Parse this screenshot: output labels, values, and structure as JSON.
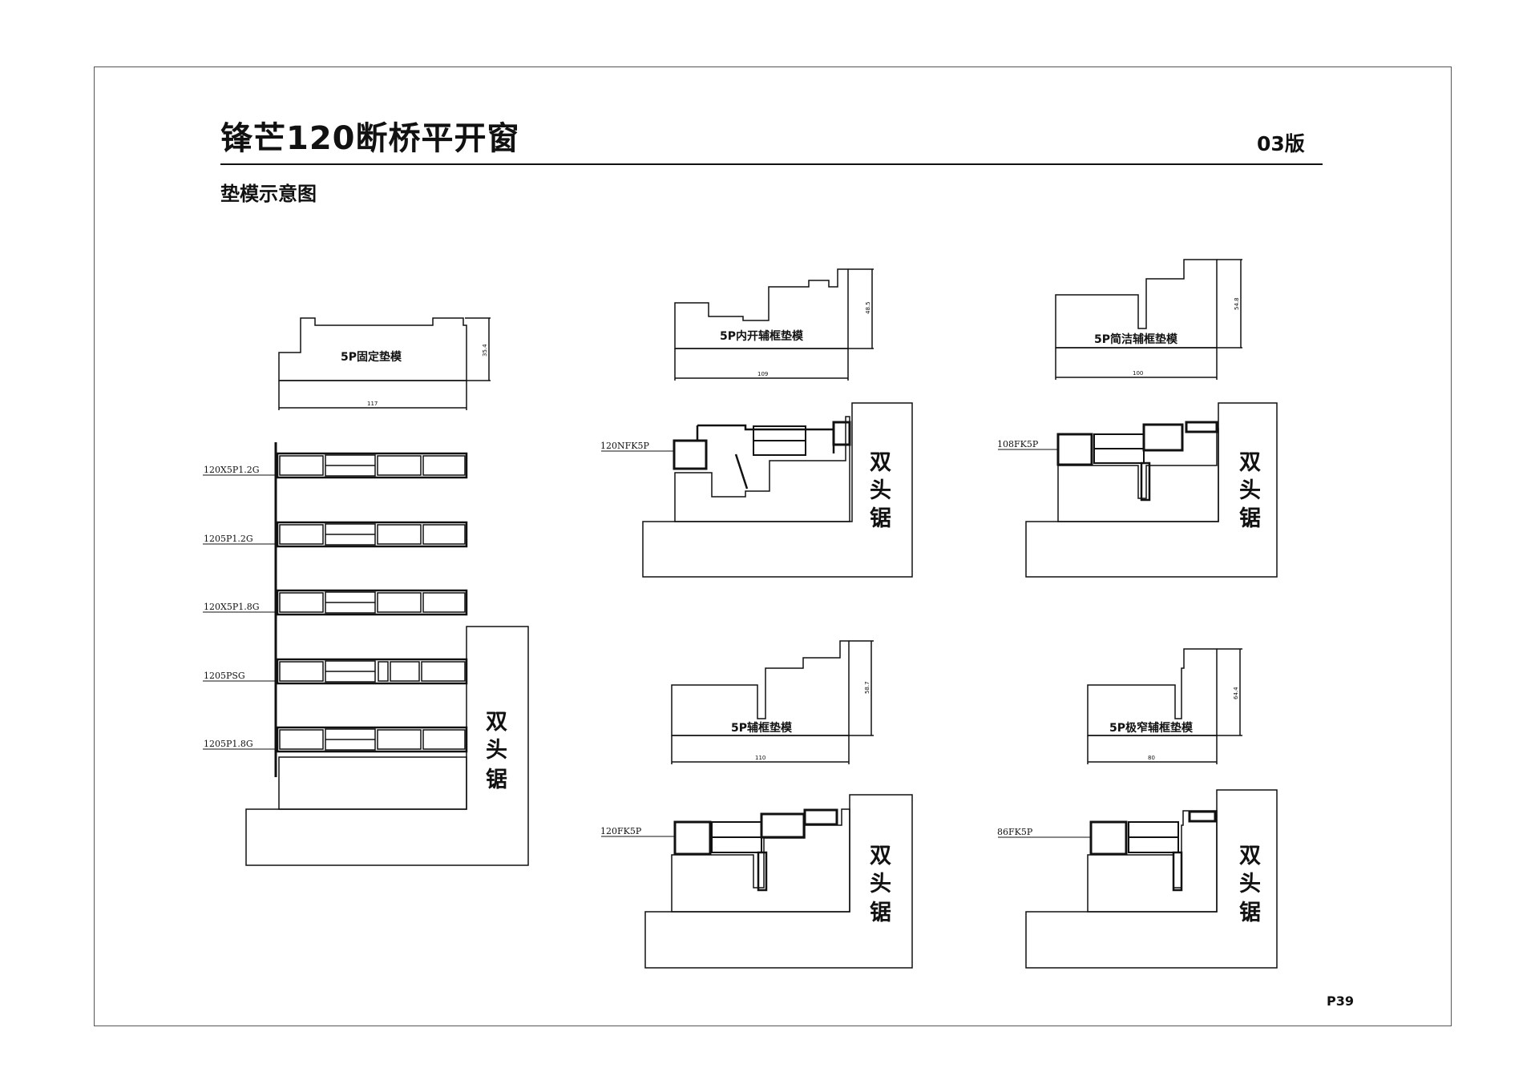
{
  "header": {
    "title": "锋芒120断桥平开窗",
    "version": "03版",
    "subtitle": "垫模示意图"
  },
  "footer": {
    "page": "P39"
  },
  "saw_label": [
    "双",
    "头",
    "锯"
  ],
  "molds": [
    {
      "name": "5P固定垫模",
      "width_dim": "117",
      "height_dim": "35.4"
    },
    {
      "name": "5P内开辅框垫模",
      "width_dim": "109",
      "height_dim": "48.5"
    },
    {
      "name": "5P简洁辅框垫模",
      "width_dim": "100",
      "height_dim": "54.8"
    },
    {
      "name": "5P辅框垫模",
      "width_dim": "110",
      "height_dim": "58.7"
    },
    {
      "name": "5P极窄辅框垫模",
      "width_dim": "80",
      "height_dim": "64.4"
    }
  ],
  "profiles_fixed": [
    "120X5P1.2G",
    "1205P1.2G",
    "120X5P1.8G",
    "1205PSG",
    "1205P1.8G"
  ],
  "profiles_frame": [
    "120NFK5P",
    "108FK5P",
    "120FK5P",
    "86FK5P"
  ]
}
